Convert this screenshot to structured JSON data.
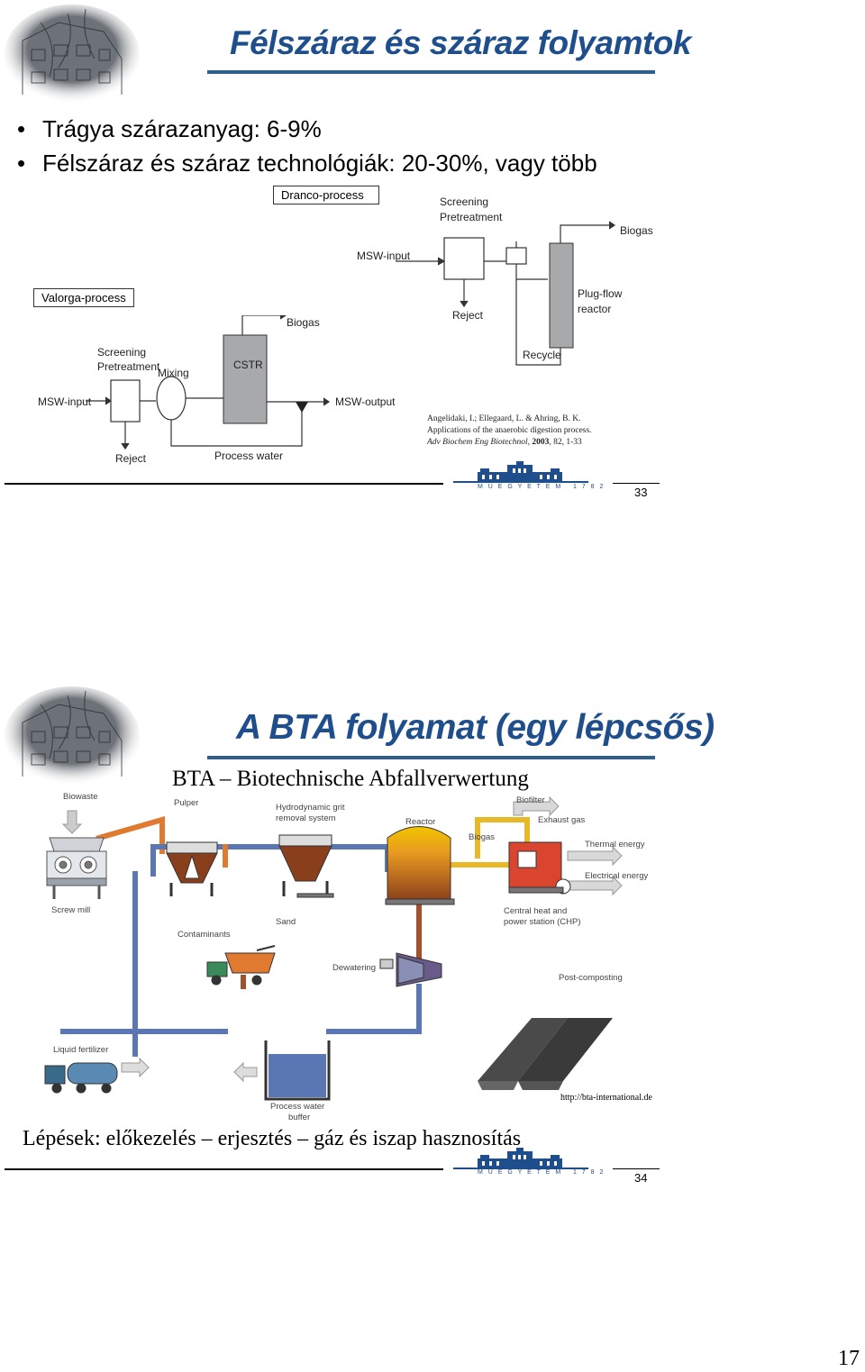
{
  "slide1": {
    "title": "Félszáraz és száraz folyamtok",
    "bullets": [
      "Trágya szárazanyag: 6-9%",
      "Félszáraz és száraz technológiák: 20-30%, vagy több"
    ],
    "dranco": {
      "title": "Dranco-process",
      "screening": "Screening",
      "pretreatment": "Pretreatment",
      "msw_input": "MSW-input",
      "reject": "Reject",
      "biogas": "Biogas",
      "plugflow": "Plug-flow",
      "reactor": "reactor",
      "recycle": "Recycle"
    },
    "valorga": {
      "title": "Valorga-process",
      "screening": "Screening",
      "pretreatment": "Pretreatment",
      "mixing": "Mixing",
      "cstr": "CSTR",
      "biogas": "Biogas",
      "msw_input": "MSW-input",
      "msw_output": "MSW-output",
      "reject": "Reject",
      "process_water": "Process water"
    },
    "citation": {
      "line1": "Angelidaki, I.; Ellegaard, L. & Ahring, B. K.",
      "line2": "Applications of the anaerobic digestion process.",
      "line3_journal": "Adv Biochem Eng Biotechnol,",
      "line3_year": "2003",
      "line3_rest": ", 82, 1-33"
    },
    "logo_text": "M Ű E G Y E T E M   1 7 8 2",
    "page_number": "33"
  },
  "slide2": {
    "title": "A BTA folyamat (egy lépcsős)",
    "subtitle": "BTA – Biotechnische Abfallverwertung",
    "labels": {
      "biowaste": "Biowaste",
      "pulper": "Pulper",
      "grit1": "Hydrodynamic grit",
      "grit2": "removal system",
      "reactor": "Reactor",
      "biofilter": "Biofilter",
      "exhaust": "Exhaust gas",
      "biogas": "Biogas",
      "thermal": "Thermal energy",
      "electrical": "Electrical energy",
      "screwmill": "Screw mill",
      "contaminants": "Contaminants",
      "sand": "Sand",
      "chp1": "Central heat and",
      "chp2": "power station (CHP)",
      "dewatering": "Dewatering",
      "postcomposting": "Post-composting",
      "liquidfert": "Liquid fertilizer",
      "pw1": "Process water",
      "pw2": "buffer"
    },
    "url": "http://bta-international.de",
    "steps": "Lépések: előkezelés – erjesztés – gáz és iszap hasznosítás",
    "logo_text": "M Ű E G Y E T E M   1 7 8 2",
    "page_number": "34"
  },
  "sheet_page_number": "17"
}
